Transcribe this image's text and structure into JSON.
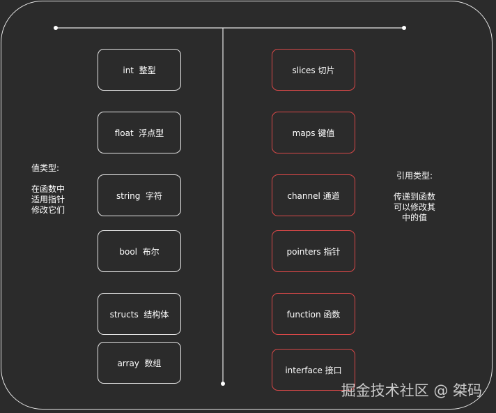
{
  "value_types": [
    {
      "label": "int  整型"
    },
    {
      "label": "float  浮点型"
    },
    {
      "label": "string  字符"
    },
    {
      "label": "bool  布尔"
    },
    {
      "label": "structs  结构体"
    },
    {
      "label": "array  数组"
    }
  ],
  "reference_types": [
    {
      "label": "slices 切片"
    },
    {
      "label": "maps 键值"
    },
    {
      "label": "channel 通道"
    },
    {
      "label": "pointers 指针"
    },
    {
      "label": "function 函数"
    },
    {
      "label": "interface 接口"
    }
  ],
  "notes": {
    "left": "值类型:\n\n在函数中\n适用指针\n修改它们",
    "right": "引用类型:\n\n传递到函数\n可以修改其\n中的值"
  },
  "watermark": "掘金技术社区 @ 桀码",
  "colors": {
    "background": "#2b2b2b",
    "value_border": "#e6e6e6",
    "reference_border": "#d94848",
    "text": "#ffffff"
  }
}
